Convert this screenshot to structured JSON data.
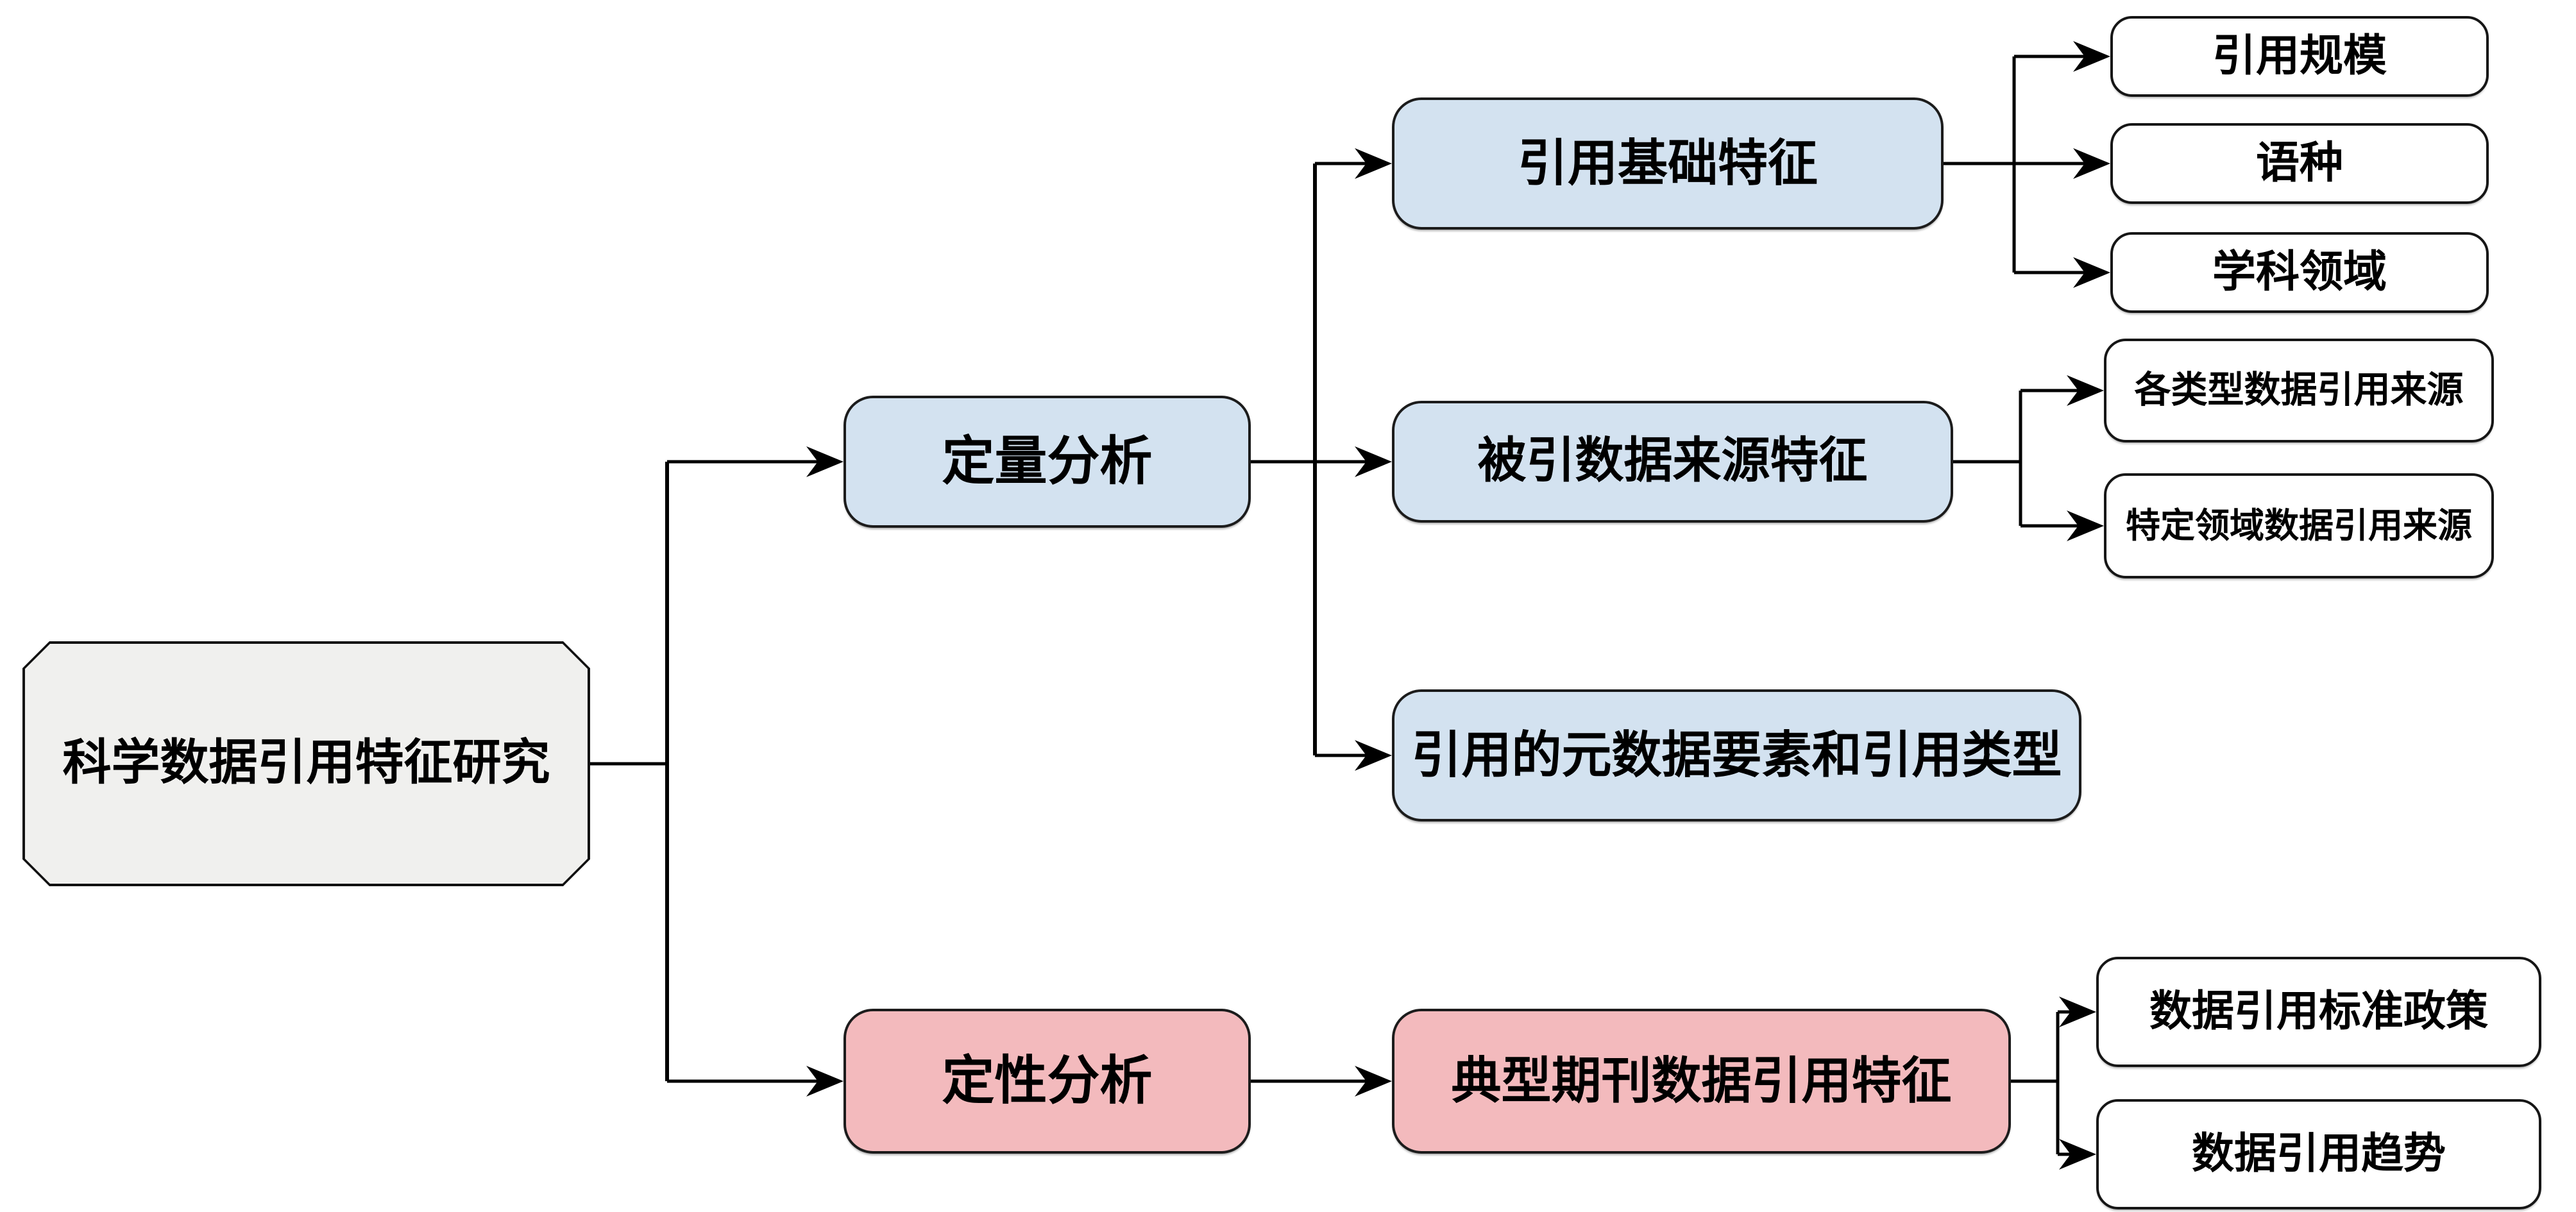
{
  "figure": {
    "type": "tree-diagram",
    "direction": "left-to-right"
  },
  "nodes": {
    "root": {
      "label": "科学数据引用特征研究"
    },
    "quantitative": {
      "label": "定量分析"
    },
    "qualitative": {
      "label": "定性分析"
    },
    "citation_basic": {
      "label": "引用基础特征"
    },
    "cited_data_source": {
      "label": "被引数据来源特征"
    },
    "metadata_elements": {
      "label": "引用的元数据要素和引用类型"
    },
    "journal_citation": {
      "label": "典型期刊数据引用特征"
    },
    "citation_scale": {
      "label": "引用规模"
    },
    "language": {
      "label": "语种"
    },
    "discipline": {
      "label": "学科领域"
    },
    "source_by_type": {
      "label": "各类型数据引用来源"
    },
    "source_by_domain": {
      "label": "特定领域数据引用来源"
    },
    "standard_policy": {
      "label": "数据引用标准政策"
    },
    "citation_trend": {
      "label": "数据引用趋势"
    }
  },
  "hierarchy": {
    "label": "科学数据引用特征研究",
    "children": [
      {
        "label": "定量分析",
        "children": [
          {
            "label": "引用基础特征",
            "children": [
              {
                "label": "引用规模"
              },
              {
                "label": "语种"
              },
              {
                "label": "学科领域"
              }
            ]
          },
          {
            "label": "被引数据来源特征",
            "children": [
              {
                "label": "各类型数据引用来源"
              },
              {
                "label": "特定领域数据引用来源"
              }
            ]
          },
          {
            "label": "引用的元数据要素和引用类型",
            "children": []
          }
        ]
      },
      {
        "label": "定性分析",
        "children": [
          {
            "label": "典型期刊数据引用特征",
            "children": [
              {
                "label": "数据引用标准政策"
              },
              {
                "label": "数据引用趋势"
              }
            ]
          }
        ]
      }
    ]
  },
  "colors": {
    "root_fill": "#f0f0ee",
    "quantitative_fill": "#d3e2f0",
    "qualitative_fill": "#f3babd",
    "leaf_fill": "#ffffff",
    "border": "#1c1c1c",
    "line": "#000000",
    "background": "#ffffff"
  }
}
